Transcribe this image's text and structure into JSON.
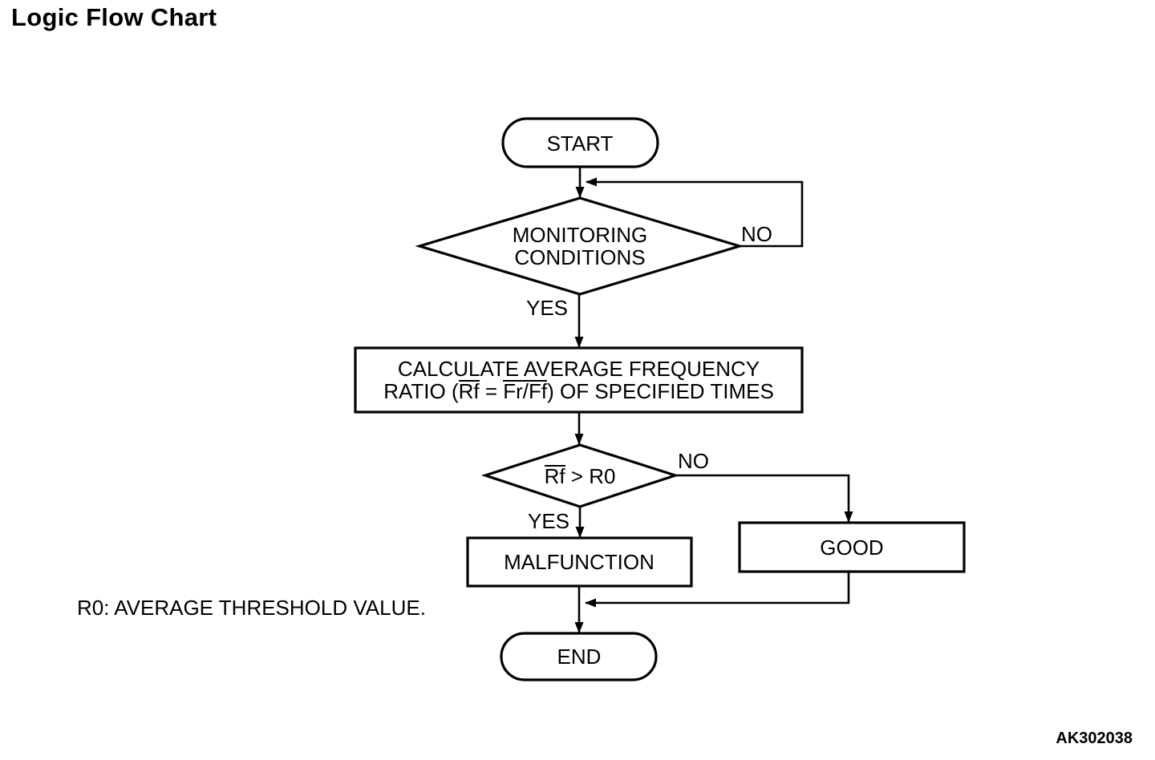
{
  "title": "Logic Flow Chart",
  "figure_code": "AK302038",
  "note": "R0: AVERAGE THRESHOLD VALUE.",
  "colors": {
    "line": "#000000",
    "background": "#ffffff",
    "text": "#000000"
  },
  "nodes": {
    "start": {
      "label": "START"
    },
    "monitoring": {
      "line1": "MONITORING",
      "line2": "CONDITIONS"
    },
    "calculate": {
      "line1": "CALCULATE AVERAGE FREQUENCY",
      "line2_pre": "RATIO (",
      "line2_rf": "Rf",
      "line2_eq": " = ",
      "line2_frff": "Fr/Ff",
      "line2_post": ") OF SPECIFIED TIMES"
    },
    "ratio_check": {
      "rf": "Rf",
      "cond": " > R0"
    },
    "malfunction": {
      "label": "MALFUNCTION"
    },
    "good": {
      "label": "GOOD"
    },
    "end": {
      "label": "END"
    }
  },
  "edge_labels": {
    "monitoring_no": "NO",
    "monitoring_yes": "YES",
    "ratio_no": "NO",
    "ratio_yes": "YES"
  }
}
